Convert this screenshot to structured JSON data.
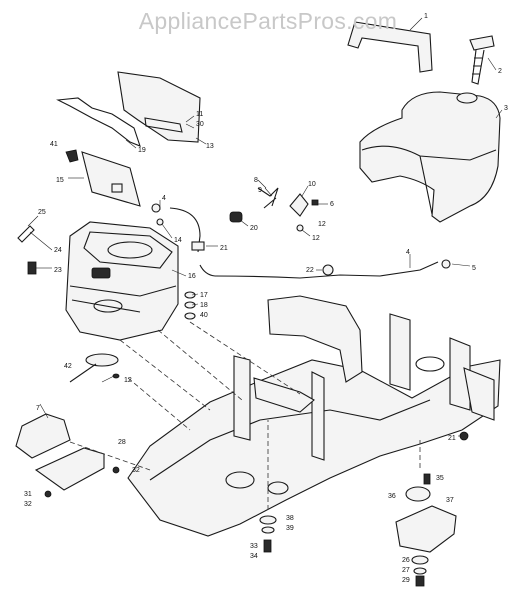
{
  "watermark": "AppliancePartsPros.com",
  "callouts": [
    "1",
    "2",
    "3",
    "4",
    "4",
    "5",
    "6",
    "7",
    "8",
    "9",
    "10",
    "11",
    "12",
    "12",
    "12",
    "13",
    "14",
    "15",
    "16",
    "17",
    "18",
    "19",
    "20",
    "21",
    "21",
    "22",
    "23",
    "24",
    "25",
    "26",
    "27",
    "28",
    "29",
    "30",
    "31",
    "32",
    "32",
    "33",
    "34",
    "35",
    "36",
    "37",
    "38",
    "39",
    "40",
    "41",
    "42"
  ]
}
